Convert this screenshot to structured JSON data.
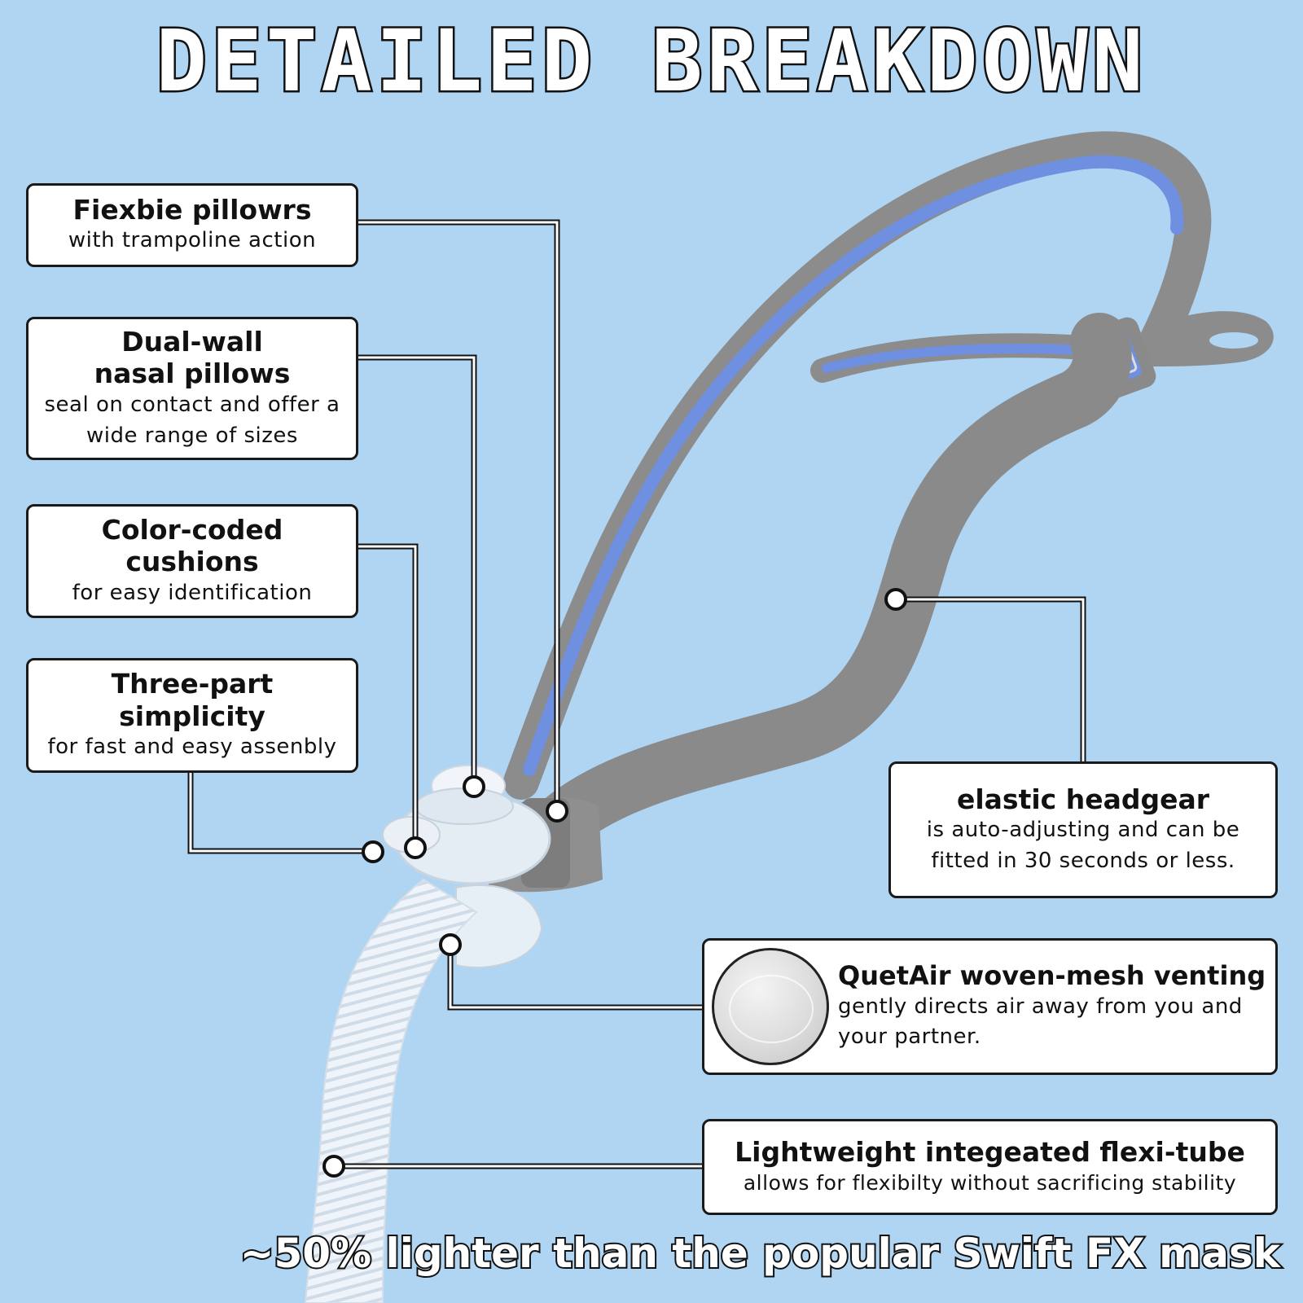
{
  "title": "DETAILED BREAKDOWN",
  "callouts": {
    "flexible_pillows": {
      "heading": "Fiexbie pillowrs",
      "sub": "with trampoline action"
    },
    "dual_wall": {
      "heading_line1": "Dual-wall",
      "heading_line2": "nasal pillows",
      "sub_line1": "seal on contact and offer a",
      "sub_line2": "wide range of sizes"
    },
    "color_coded": {
      "heading_line1": "Color-coded",
      "heading_line2": "cushions",
      "sub": "for easy identification"
    },
    "three_part": {
      "heading_line1": "Three-part",
      "heading_line2": "simplicity",
      "sub": "for fast and easy assenbly"
    },
    "headgear": {
      "heading": "elastic headgear",
      "sub_line1": "is auto-adjusting and can be",
      "sub_line2": "fitted in 30 seconds or less."
    },
    "venting": {
      "heading": "QuetAir woven-mesh venting",
      "sub_line1": "gently directs air away from you and",
      "sub_line2": "your partner."
    },
    "tube": {
      "heading": "Lightweight integeated flexi-tube",
      "sub": "allows for flexibilty without sacrificing stability"
    }
  },
  "tagline": "~50% lighter than the popular Swift FX mask",
  "colors": {
    "background": "#afd5f3",
    "strap_gray": "#8c8c8c",
    "strap_blue": "#6f8fe0",
    "tube": "#e9f1f8"
  }
}
